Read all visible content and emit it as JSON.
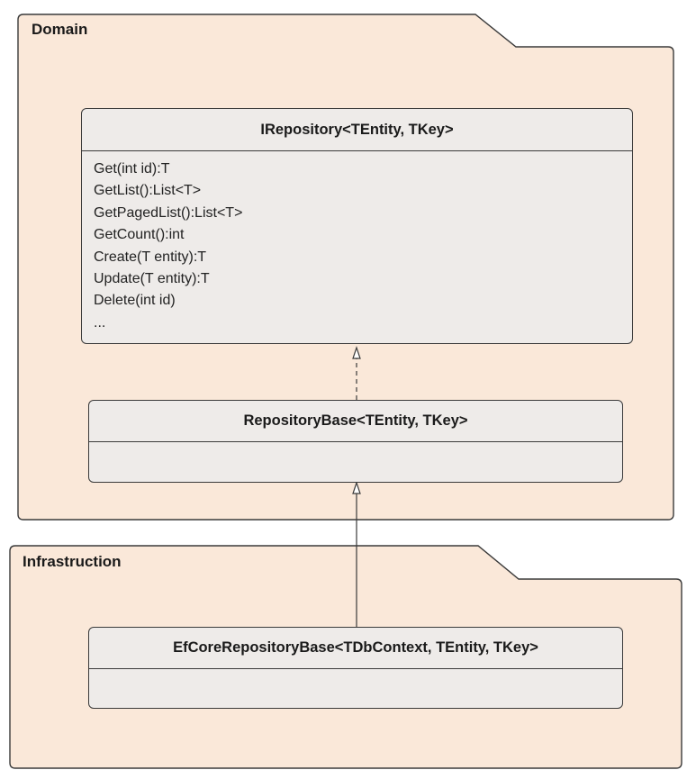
{
  "colors": {
    "package_fill": "#fae8d9",
    "class_fill": "#eeebe9",
    "stroke": "#3a3a3a"
  },
  "packages": {
    "domain": {
      "title": "Domain"
    },
    "infrastructure": {
      "title": "Infrastruction"
    }
  },
  "classes": {
    "irepository": {
      "name": "IRepository<TEntity, TKey>",
      "methods": [
        "Get(int id):T",
        "GetList():List<T>",
        "GetPagedList():List<T>",
        "GetCount():int",
        "Create(T entity):T",
        "Update(T entity):T",
        "Delete(int id)",
        "..."
      ]
    },
    "repository_base": {
      "name": "RepositoryBase<TEntity, TKey>"
    },
    "efcore_repository_base": {
      "name": "EfCoreRepositoryBase<TDbContext, TEntity, TKey>"
    }
  },
  "relations": [
    {
      "from": "RepositoryBase<TEntity, TKey>",
      "to": "IRepository<TEntity, TKey>",
      "type": "realization"
    },
    {
      "from": "EfCoreRepositoryBase<TDbContext, TEntity, TKey>",
      "to": "RepositoryBase<TEntity, TKey>",
      "type": "generalization"
    }
  ]
}
